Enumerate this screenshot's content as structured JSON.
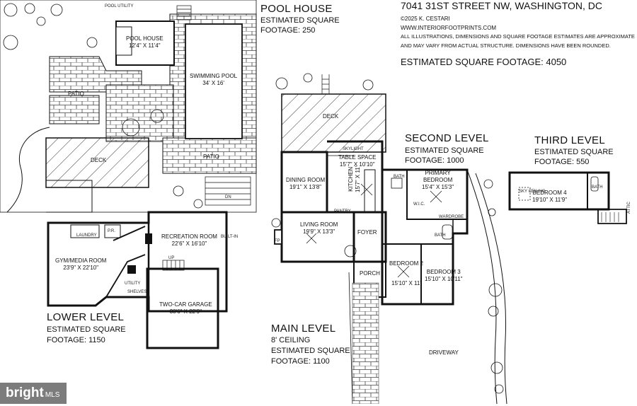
{
  "header": {
    "address": "7041 31ST STREET NW, WASHINGTON, DC",
    "copyright": "©2025 K. CESTARI",
    "website": "WWW.INTERIORFOOTPRINTS.COM",
    "disclaimer_1": "ALL ILLUSTRATIONS, DIMENSIONS AND SQUARE FOOTAGE ESTIMATES ARE APPROXIMATE",
    "disclaimer_2": "AND MAY VARY FROM ACTUAL STRUCTURE. DIMENSIONS HAVE BEEN ROUNDED.",
    "total": "ESTIMATED SQUARE FOOTAGE: 4050"
  },
  "levels": {
    "pool_house": {
      "title": "POOL HOUSE",
      "line1": "ESTIMATED SQUARE",
      "line2": "FOOTAGE: 250"
    },
    "lower": {
      "title": "LOWER LEVEL",
      "line1": "ESTIMATED SQUARE",
      "line2": "FOOTAGE: 1150"
    },
    "main": {
      "title": "MAIN LEVEL",
      "line0": "8' CEILING",
      "line1": "ESTIMATED SQUARE",
      "line2": "FOOTAGE: 1100"
    },
    "second": {
      "title": "SECOND LEVEL",
      "line1": "ESTIMATED SQUARE",
      "line2": "FOOTAGE: 1000"
    },
    "third": {
      "title": "THIRD LEVEL",
      "line1": "ESTIMATED SQUARE",
      "line2": "FOOTAGE: 550"
    }
  },
  "rooms": {
    "pool_house": {
      "name": "POOL HOUSE",
      "dim": "12'4\" X 11'4\""
    },
    "pool": {
      "name": "SWIMMING POOL",
      "dim": "34' X 16'"
    },
    "patio1": {
      "name": "PATIO"
    },
    "patio2": {
      "name": "PATIO"
    },
    "deck_lower": {
      "name": "DECK"
    },
    "deck_main": {
      "name": "DECK"
    },
    "gym": {
      "name": "GYM/MEDIA ROOM",
      "dim": "23'9\" X 22'10\""
    },
    "recreation": {
      "name": "RECREATION ROOM",
      "dim": "22'6\" X 16'10\""
    },
    "garage": {
      "name": "TWO-CAR GARAGE",
      "dim": "38'6\" X 22'9\""
    },
    "dining": {
      "name": "DINING ROOM",
      "dim": "19'1\" X 13'8\""
    },
    "table": {
      "name": "TABLE SPACE",
      "dim": "15'7\" X 10'10\""
    },
    "kitchen": {
      "name": "KITCHEN",
      "dim": "15'7\" X 11'"
    },
    "living": {
      "name": "LIVING ROOM",
      "dim": "19'9\" X 13'3\""
    },
    "foyer": {
      "name": "FOYER"
    },
    "porch": {
      "name": "PORCH"
    },
    "primary": {
      "name": "PRIMARY",
      "name2": "BEDROOM",
      "dim": "15'4\" X 15'3\""
    },
    "bed2": {
      "name": "BEDROOM 2",
      "dim": "15'10\" X 11'"
    },
    "bed3": {
      "name": "BEDROOM 3",
      "dim": "15'10\" X 10'11\""
    },
    "bed4": {
      "name": "BEDROOM 4",
      "dim": "19'10\" X 11'9\""
    },
    "driveway": {
      "name": "DRIVEWAY"
    }
  },
  "small_labels": {
    "pool_utility": "POOL UTILITY",
    "laundry": "LAUNDRY",
    "pr": "P.R.",
    "utility": "UTILITY",
    "shelves": "SHELVES",
    "bath1": "BATH",
    "bath2": "BATH",
    "bath3": "BATH",
    "wic": "W.I.C.",
    "wardrobe": "WARDROBE",
    "pantry": "PANTRY",
    "attic": "ATTIC",
    "skylight": "SKYLIGHT",
    "sky_ceiling": "SKY CEILING",
    "built_in": "BUILT-IN",
    "dn": "DN",
    "up": "UP",
    "fp": "FP"
  },
  "brand": {
    "name": "bright",
    "suffix": "MLS"
  }
}
